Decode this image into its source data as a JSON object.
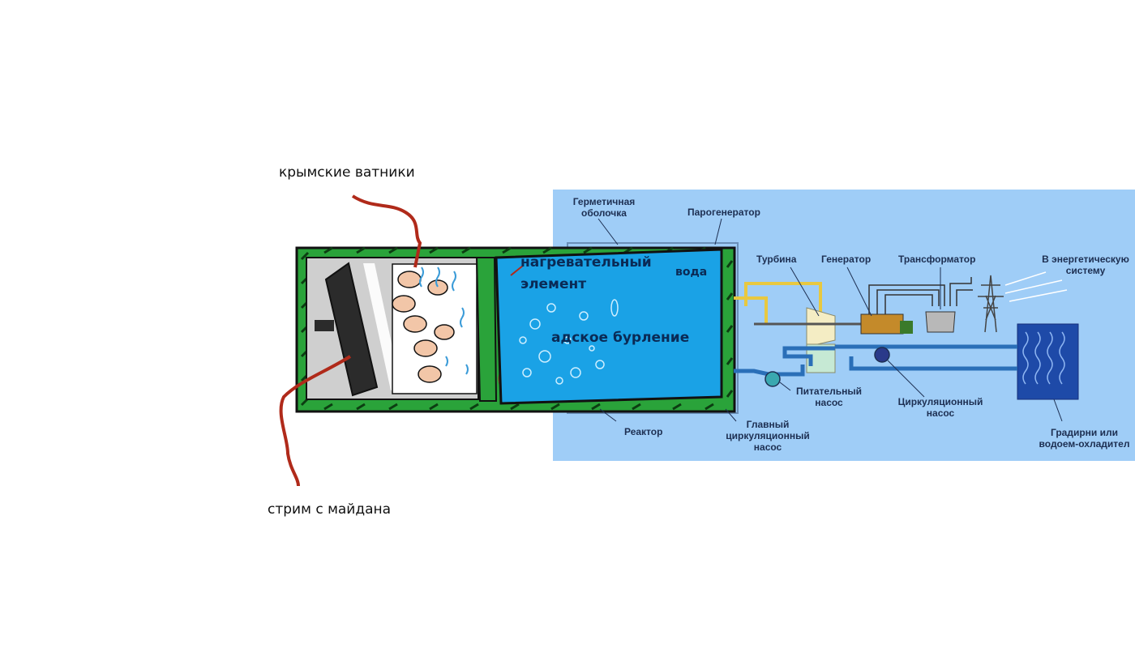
{
  "annotations": {
    "top_label": "крымские ватники",
    "bottom_label": "стрим с майдана",
    "heater_line1": "нагревательный",
    "heater_line2": "элемент",
    "boiling": "адское бурление",
    "water": "вода"
  },
  "diagram": {
    "containment_line1": "Герметичная",
    "containment_line2": "оболочка",
    "steam_generator": "Парогенератор",
    "turbine": "Турбина",
    "generator": "Генератор",
    "transformer": "Трансформатор",
    "grid_line1": "В энергетическую",
    "grid_line2": "систему",
    "feed_pump_line1": "Питательный",
    "feed_pump_line2": "насос",
    "circ_pump_line1": "Циркуляционный",
    "circ_pump_line2": "насос",
    "reactor": "Реактор",
    "main_pump_line1": "Главный",
    "main_pump_line2": "циркуляционный",
    "main_pump_line3": "насос",
    "cooling_line1": "Градирни или",
    "cooling_line2": "водоем-охладител"
  }
}
